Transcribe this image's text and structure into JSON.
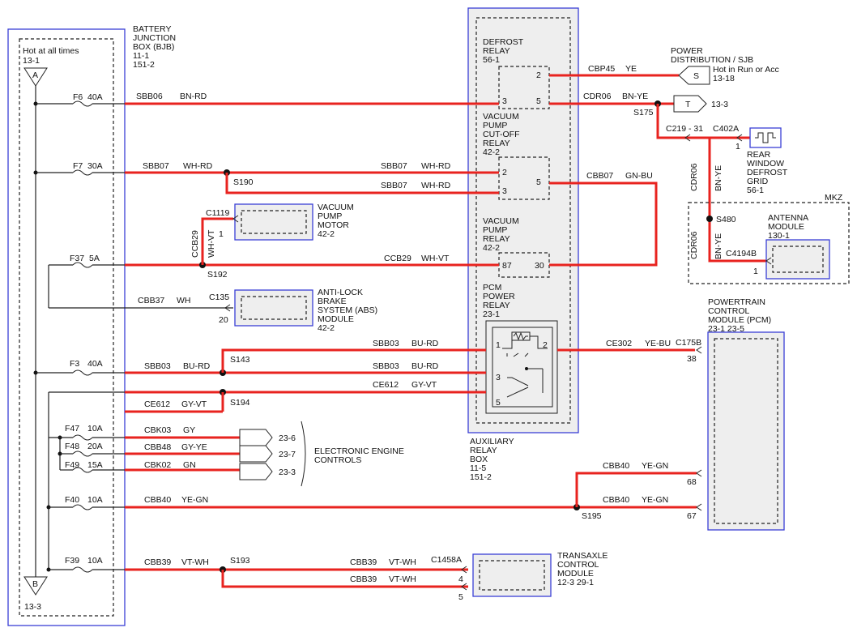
{
  "bjb": {
    "title": [
      "BATTERY",
      "JUNCTION",
      "BOX (BJB)",
      "11-1",
      "151-2"
    ],
    "hot_label": "Hot at all times",
    "ref_top": "13-1",
    "ref_bottom": "13-3",
    "conn_a": "A",
    "conn_b": "B"
  },
  "fuses": [
    {
      "id": "F6",
      "rating": "40A"
    },
    {
      "id": "F7",
      "rating": "30A"
    },
    {
      "id": "F37",
      "rating": "5A"
    },
    {
      "id": "F3",
      "rating": "40A"
    },
    {
      "id": "F47",
      "rating": "10A"
    },
    {
      "id": "F48",
      "rating": "20A"
    },
    {
      "id": "F49",
      "rating": "15A"
    },
    {
      "id": "F40",
      "rating": "10A"
    },
    {
      "id": "F39",
      "rating": "10A"
    }
  ],
  "wires": {
    "sbb06": {
      "circuit": "SBB06",
      "color": "BN-RD"
    },
    "sbb07": {
      "circuit": "SBB07",
      "color": "WH-RD"
    },
    "ccb29": {
      "circuit": "CCB29",
      "color": "WH-VT"
    },
    "cbb37": {
      "circuit": "CBB37",
      "color": "WH"
    },
    "sbb03": {
      "circuit": "SBB03",
      "color": "BU-RD"
    },
    "ce612": {
      "circuit": "CE612",
      "color": "GY-VT"
    },
    "cbk03": {
      "circuit": "CBK03",
      "color": "GY"
    },
    "cbb48": {
      "circuit": "CBB48",
      "color": "GY-YE"
    },
    "cbk02": {
      "circuit": "CBK02",
      "color": "GN"
    },
    "cbb40": {
      "circuit": "CBB40",
      "color": "YE-GN"
    },
    "cbb39": {
      "circuit": "CBB39",
      "color": "VT-WH"
    },
    "cbp45": {
      "circuit": "CBP45",
      "color": "YE"
    },
    "cdr06": {
      "circuit": "CDR06",
      "color": "BN-YE"
    },
    "cbb07": {
      "circuit": "CBB07",
      "color": "GN-BU"
    },
    "ce302": {
      "circuit": "CE302",
      "color": "YE-BU"
    }
  },
  "splices": [
    "S190",
    "S192",
    "S143",
    "S194",
    "S193",
    "S175",
    "S480",
    "S195"
  ],
  "relay_box": {
    "defrost_relay": [
      "DEFROST",
      "RELAY",
      "56-1"
    ],
    "vac_cutoff_relay": [
      "VACUUM",
      "PUMP",
      "CUT-OFF",
      "RELAY",
      "42-2"
    ],
    "vac_pump_relay": [
      "VACUUM",
      "PUMP",
      "RELAY",
      "42-2"
    ],
    "pcm_power_relay": [
      "PCM",
      "POWER",
      "RELAY",
      "23-1"
    ],
    "box_label": [
      "AUXILIARY",
      "RELAY",
      "BOX",
      "11-5",
      "151-2"
    ],
    "pins": {
      "d2": "2",
      "d3": "3",
      "d5": "5",
      "v2": "2",
      "v3": "3",
      "v5": "5",
      "p87": "87",
      "p30": "30",
      "r1": "1",
      "r2": "2",
      "r3": "3",
      "r5": "5"
    }
  },
  "components": {
    "vacuum_pump_motor": {
      "lines": [
        "VACUUM",
        "PUMP",
        "MOTOR",
        "42-2"
      ],
      "connector": "C1119",
      "pin": "1"
    },
    "abs_module": {
      "lines": [
        "ANTI-LOCK",
        "BRAKE",
        "SYSTEM (ABS)",
        "MODULE",
        "42-2"
      ],
      "connector": "C135",
      "pin": "20"
    },
    "eec": {
      "lines": [
        "ELECTRONIC ENGINE",
        "CONTROLS"
      ],
      "refs": [
        "23-6",
        "23-7",
        "23-3"
      ]
    },
    "pcm": {
      "lines": [
        "POWERTRAIN",
        "CONTROL",
        "MODULE (PCM)",
        "23-1      23-5"
      ],
      "connector": "C175B",
      "pins": [
        "38",
        "68",
        "67"
      ]
    },
    "tcm": {
      "lines": [
        "TRANSAXLE",
        "CONTROL",
        "MODULE",
        "12-3   29-1"
      ],
      "connector": "C1458A",
      "pins": [
        "4",
        "5"
      ]
    },
    "power_dist": {
      "lines": [
        "POWER",
        "DISTRIBUTION / SJB"
      ],
      "note": "Hot in Run or Acc",
      "ref": "13-18",
      "conn": "S"
    },
    "t_ref": {
      "conn": "T",
      "ref": "13-3"
    },
    "rear_defrost": {
      "lines": [
        "REAR",
        "WINDOW",
        "DEFROST",
        "GRID",
        "56-1"
      ],
      "connector": "C402A",
      "pin": "1",
      "inline": "C219 - 31"
    },
    "antenna": {
      "lines": [
        "ANTENNA",
        "MODULE",
        "130-1"
      ],
      "connector": "C4194B",
      "pin": "1",
      "region": "MKZ"
    }
  }
}
